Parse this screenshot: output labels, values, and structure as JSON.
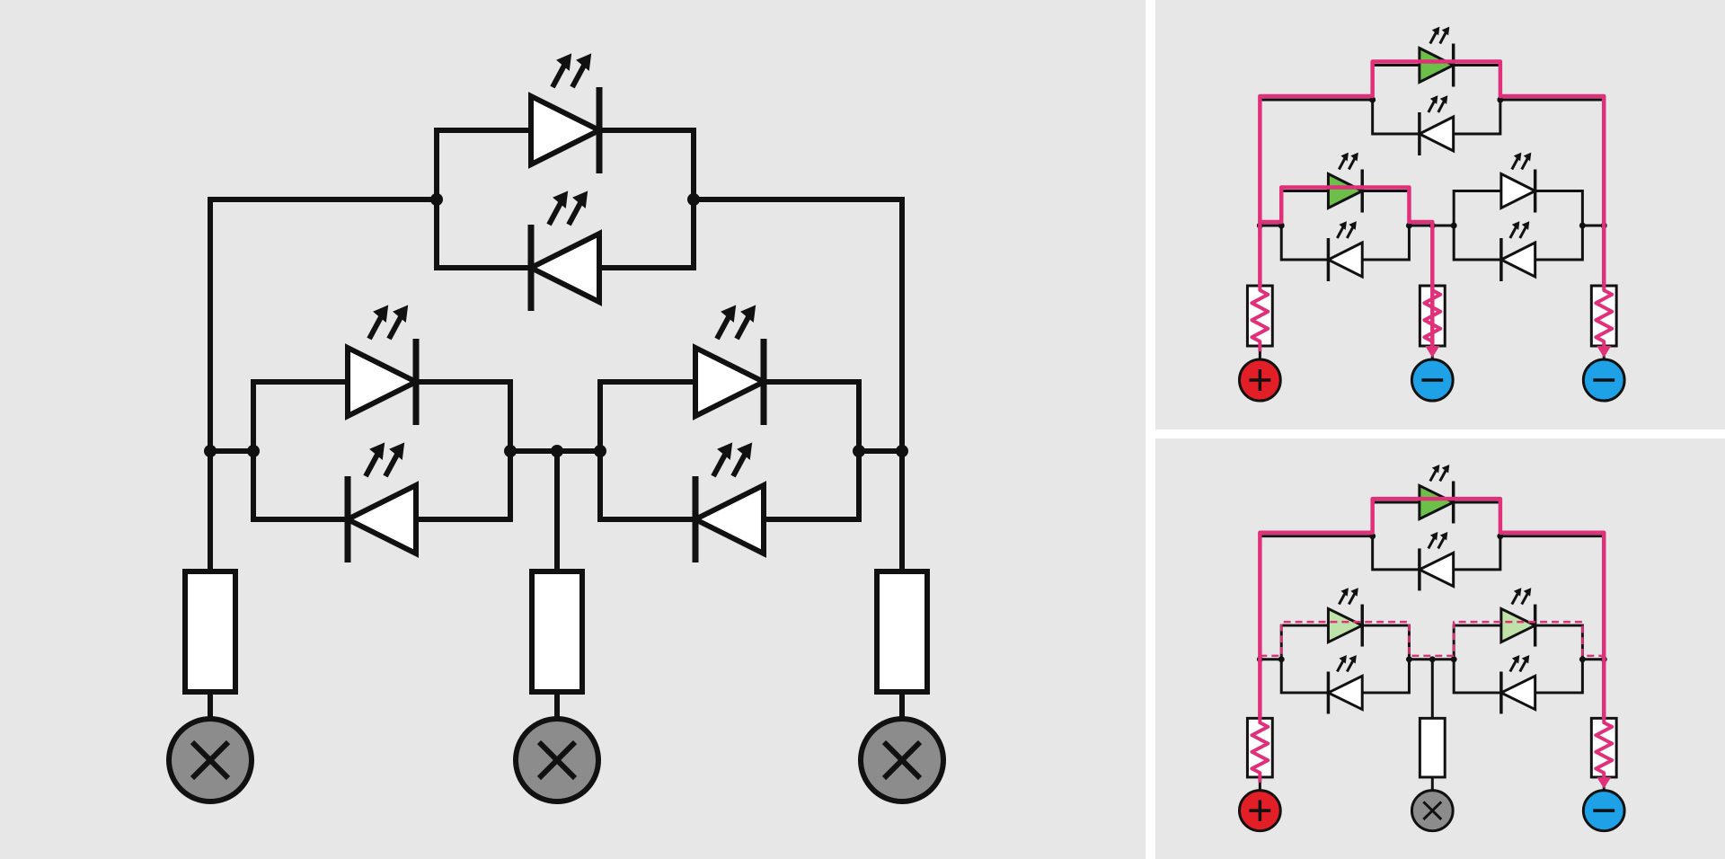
{
  "diagram": {
    "colors": {
      "background": "#e7e7e7",
      "wire": "#111111",
      "led_off": "#ffffff",
      "led_on": "#6cc04a",
      "led_dim": "#bfe2aa",
      "current_path": "#e0307a",
      "terminal_plus": "#e21f26",
      "terminal_minus": "#1ea1e6",
      "terminal_off": "#8c8c8c"
    },
    "symbols": {
      "terminal_off": "×",
      "terminal_plus": "+",
      "terminal_minus": "−"
    },
    "panels": [
      {
        "name": "main-schematic",
        "terminals": [
          "off",
          "off",
          "off"
        ],
        "lit": []
      },
      {
        "name": "top-right-example",
        "terminals": [
          "plus",
          "minus",
          "minus"
        ],
        "lit": [
          "top-forward",
          "left-forward"
        ]
      },
      {
        "name": "bottom-right-example",
        "terminals": [
          "plus",
          "off",
          "minus"
        ],
        "lit": [
          "top-forward"
        ],
        "dim": [
          "left-forward",
          "right-forward"
        ]
      }
    ]
  }
}
